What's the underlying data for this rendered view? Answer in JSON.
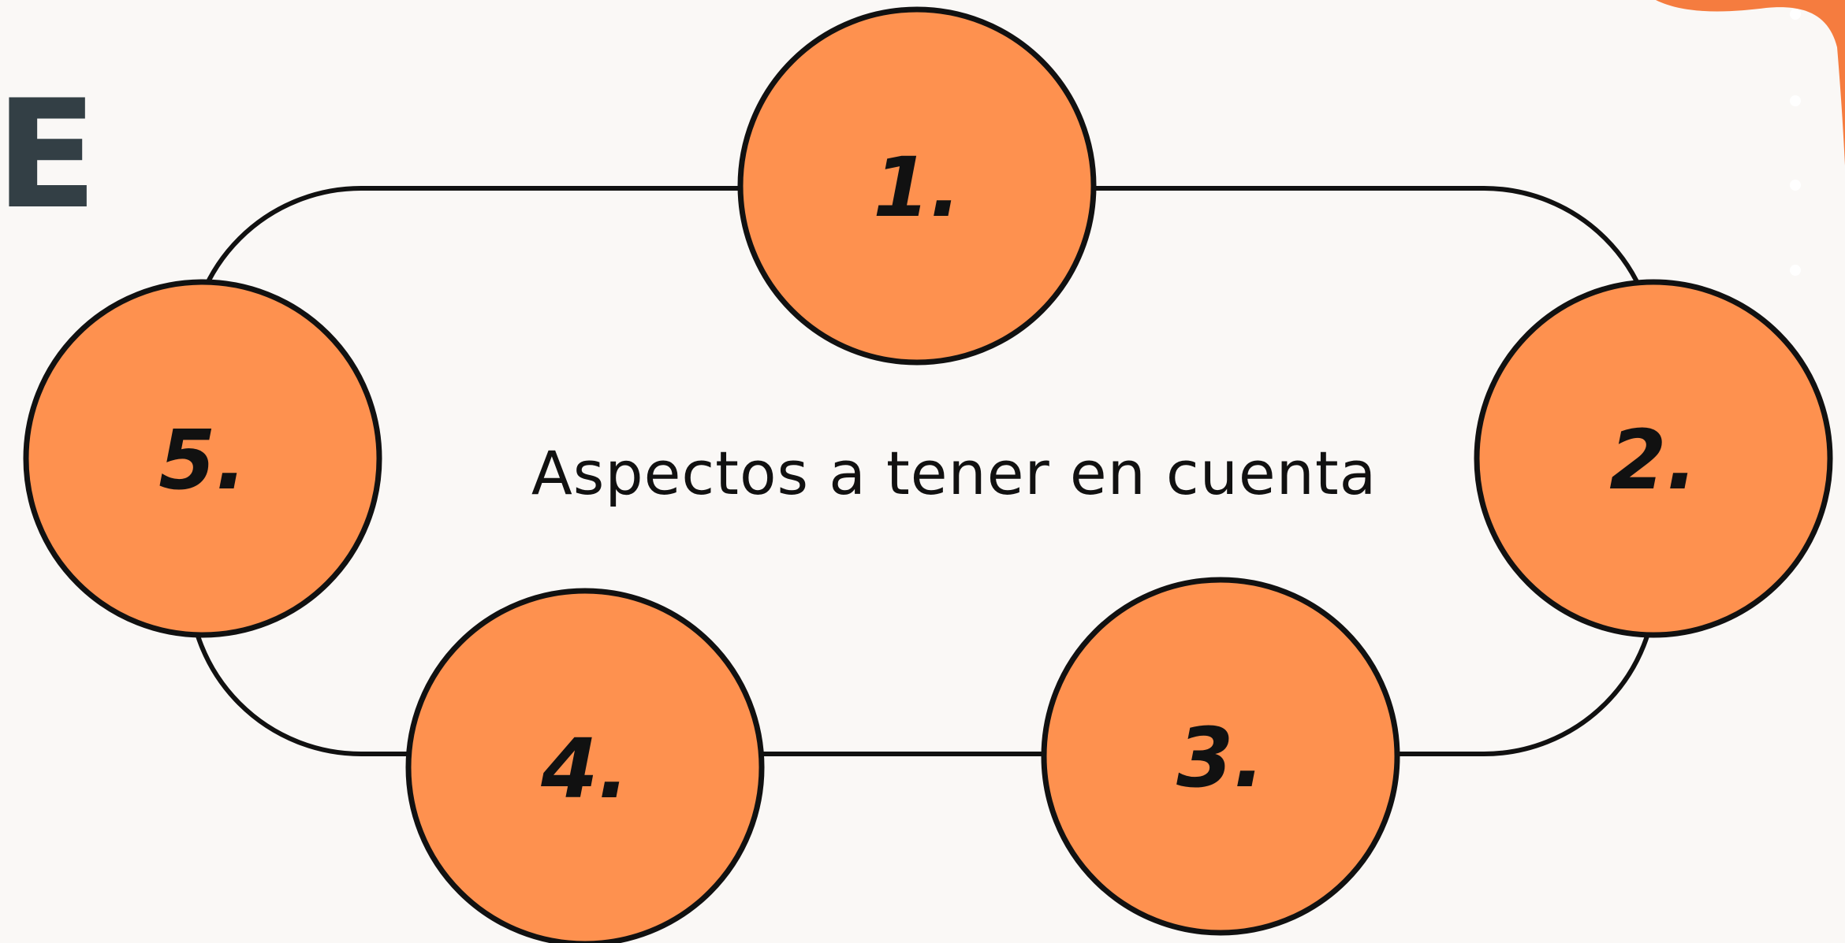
{
  "title_partial": "E",
  "center_text": "Aspectos a tener en cuenta",
  "colors": {
    "background": "#faf8f6",
    "circle_fill": "#fe914f",
    "stroke": "#111111",
    "letter": "#333f45",
    "decor": "#f57c3f",
    "decor_dot": "#ffffff"
  },
  "steps": [
    {
      "label": "1."
    },
    {
      "label": "2."
    },
    {
      "label": "3."
    },
    {
      "label": "4."
    },
    {
      "label": "5."
    }
  ]
}
